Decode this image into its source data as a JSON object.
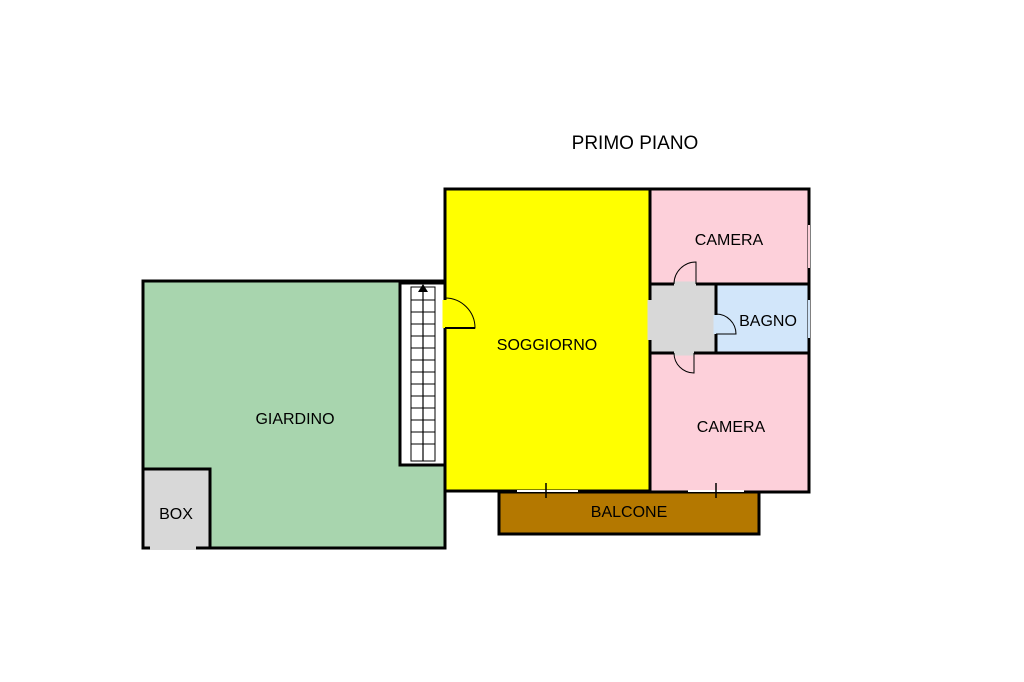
{
  "title": "PRIMO PIANO",
  "rooms": {
    "giardino": {
      "label": "GIARDINO",
      "color": "#a8d5ae"
    },
    "box": {
      "label": "BOX",
      "color": "#d8d8d8"
    },
    "soggiorno": {
      "label": "SOGGIORNO",
      "color": "#ffff00"
    },
    "camera_top": {
      "label": "CAMERA",
      "color": "#fdd0da"
    },
    "bagno": {
      "label": "BAGNO",
      "color": "#d2e6fa"
    },
    "camera_bottom": {
      "label": "CAMERA",
      "color": "#fdd0da"
    },
    "balcone": {
      "label": "BALCONE",
      "color": "#b47800"
    },
    "disimpegno": {
      "color": "#d8d8d8"
    }
  },
  "wall_color": "#000000"
}
